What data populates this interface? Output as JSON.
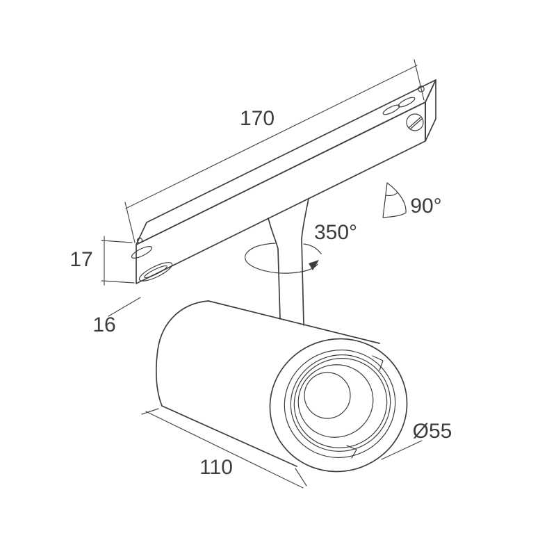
{
  "colors": {
    "background": "#ffffff",
    "line": "#3d3d3d"
  },
  "labels": {
    "track_length": "170",
    "track_height": "17",
    "track_width": "16",
    "body_length": "110",
    "lens_diameter": "Ø55",
    "rotation_range": "350°",
    "tilt_range": "90°"
  }
}
